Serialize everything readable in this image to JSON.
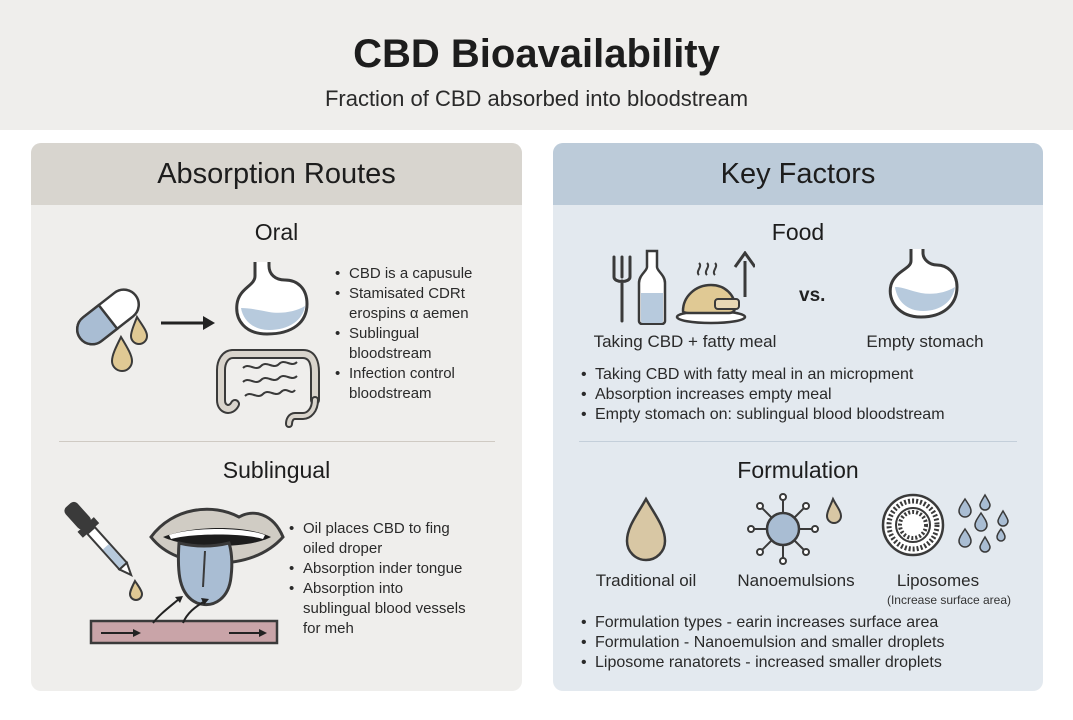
{
  "header": {
    "title": "CBD Bioavailability",
    "subtitle": "Fraction of CBD absorbed into bloodstream"
  },
  "left_panel": {
    "title": "Absorption Routes",
    "oral": {
      "title": "Oral",
      "bullets": [
        "CBD is a capusule",
        "Stamisated CDRt",
        "erospins α aemen",
        "Sublingual",
        "bloodstream",
        "Infection control",
        "bloodstream"
      ]
    },
    "sublingual": {
      "title": "Sublingual",
      "bullets": [
        "Oil places CBD to fing",
        "oiled droper",
        "Absorption inder tongue",
        "Absorption into",
        "sublingual blood vessels",
        "for meh"
      ]
    }
  },
  "right_panel": {
    "title": "Key Factors",
    "food": {
      "title": "Food",
      "caption_fatty": "Taking CBD + fatty meal",
      "vs": "vs.",
      "caption_empty": "Empty stomach",
      "bullets": [
        "Taking CBD with fatty meal in an micropment",
        "Absorption increases empty meal",
        "Empty stomach on: sublingual blood bloodstream"
      ]
    },
    "formulation": {
      "title": "Formulation",
      "caption_oil": "Traditional oil",
      "caption_nano": "Nanoemulsions",
      "caption_lipo": "Liposomes",
      "note_lipo": "(Increase surface area)",
      "bullets": [
        "Formulation types - earin increases surface area",
        "Formulation - Nanoemulsion and smaller droplets",
        "Liposome ranatorets - increased smaller droplets"
      ]
    }
  }
}
